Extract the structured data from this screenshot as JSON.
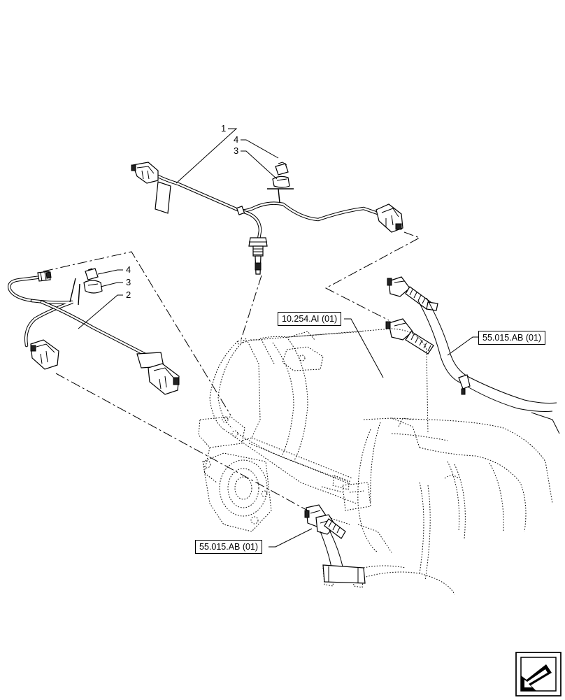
{
  "callouts": {
    "top": [
      {
        "text": "1"
      },
      {
        "text": "4"
      },
      {
        "text": "3"
      }
    ],
    "left": [
      {
        "text": "4"
      },
      {
        "text": "3"
      },
      {
        "text": "2"
      }
    ]
  },
  "references": {
    "exhaust_module": "10.254.AI (01)",
    "harness_right": "55.015.AB (01)",
    "harness_bottom": "55.015.AB (01)"
  },
  "icons": {
    "navigation": "previous-page-arrow-icon"
  }
}
